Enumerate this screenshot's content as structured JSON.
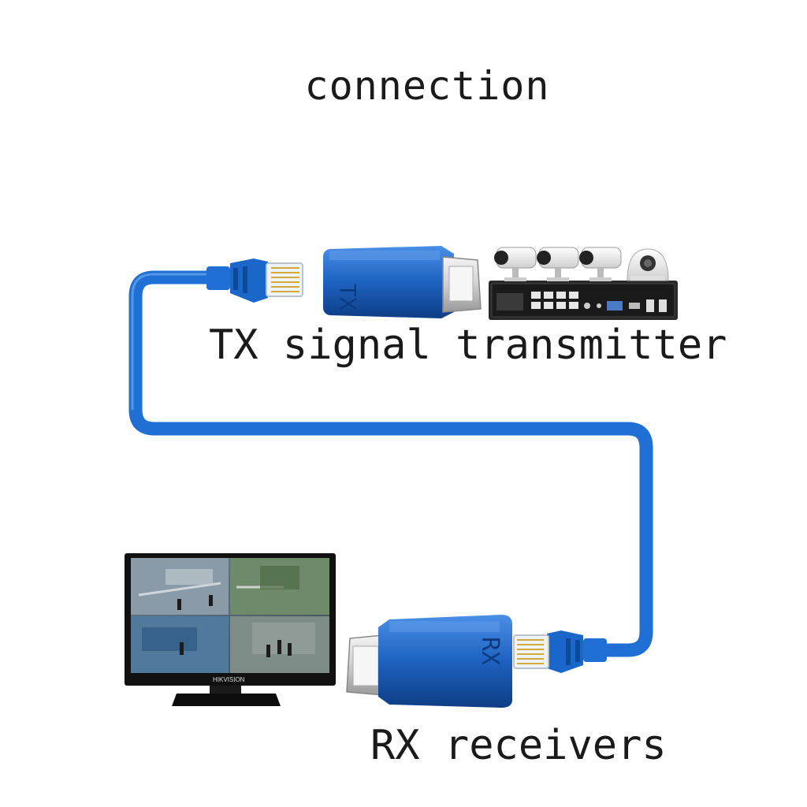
{
  "title": "connection",
  "tx_label": "TX signal transmitter",
  "rx_label": "RX receivers",
  "tx_badge": "TX",
  "rx_badge": "RX",
  "monitor_brand": "HIKVISION",
  "colors": {
    "cable": "#1f6fd4",
    "adapter": "#1e5fb8",
    "adapter_dark": "#0f3f86",
    "metal": "#d8d8d8",
    "nvr_body": "#222222",
    "monitor_frame": "#111111"
  },
  "icons": [
    "rj45-plug-icon",
    "hdmi-plug-icon",
    "camera-icon",
    "dome-camera-icon",
    "nvr-recorder-icon",
    "monitor-icon"
  ]
}
